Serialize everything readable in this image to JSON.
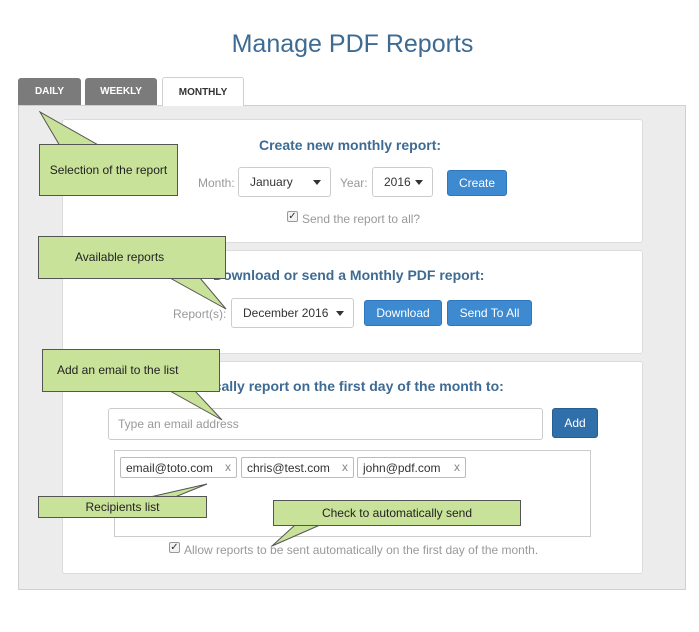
{
  "page": {
    "title": "Manage PDF Reports"
  },
  "tabs": [
    {
      "label": "DAILY",
      "active": false
    },
    {
      "label": "WEEKLY",
      "active": false
    },
    {
      "label": "MONTHLY",
      "active": true
    }
  ],
  "create": {
    "heading": "Create new monthly report:",
    "month_label": "Month:",
    "month_value": "January",
    "year_label": "Year:",
    "year_value": "2016",
    "create_label": "Create",
    "send_all_label": "Send the report to all?",
    "send_all_checked": true
  },
  "download": {
    "heading": "Download or send a Monthly PDF report:",
    "reports_label": "Report(s):",
    "report_value": "December 2016",
    "download_label": "Download",
    "send_all_label": "Send To All"
  },
  "auto": {
    "heading": "Automatically report on the first day of the month to:",
    "email_placeholder": "Type an email address",
    "add_label": "Add",
    "recipients": [
      {
        "email": "email@toto.com"
      },
      {
        "email": "chris@test.com"
      },
      {
        "email": "john@pdf.com"
      }
    ],
    "remove_glyph": "x",
    "allow_label": "Allow reports to be sent automatically on the first day of the month.",
    "allow_checked": true
  },
  "callouts": {
    "selection": "Selection of the report",
    "available": "Available reports",
    "add_email": "Add an email to the list",
    "recipients": "Recipients list",
    "check_auto": "Check to automatically send"
  },
  "colors": {
    "accent": "#3e6b93",
    "button": "#3d8ad0",
    "callout": "#c9e29a",
    "tab_inactive": "#7b7b7b"
  }
}
